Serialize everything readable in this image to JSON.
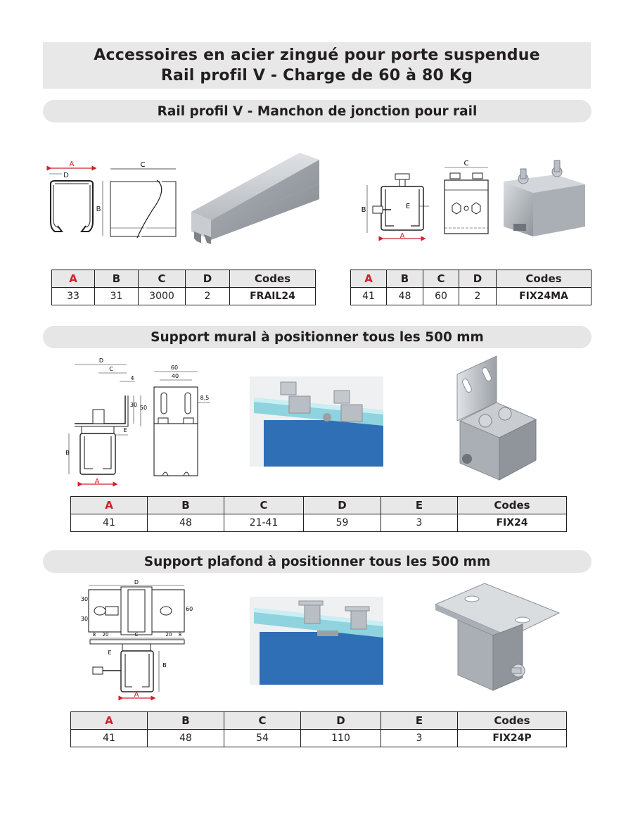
{
  "header": {
    "line1": "Accessoires en acier zingué pour porte suspendue",
    "line2": "Rail profil V -  Charge de 60 à 80 Kg"
  },
  "sections": [
    {
      "title": "Rail profil V - Manchon de jonction pour rail"
    },
    {
      "title": "Support mural à positionner tous les 500 mm"
    },
    {
      "title": "Support plafond à positionner tous les 500 mm"
    }
  ],
  "tables": {
    "rail": {
      "headers": [
        "A",
        "B",
        "C",
        "D",
        "Codes"
      ],
      "values": [
        "33",
        "31",
        "3000",
        "2",
        "FRAIL24"
      ]
    },
    "manchon": {
      "headers": [
        "A",
        "B",
        "C",
        "D",
        "Codes"
      ],
      "values": [
        "41",
        "48",
        "60",
        "2",
        "FIX24MA"
      ]
    },
    "mural": {
      "headers": [
        "A",
        "B",
        "C",
        "D",
        "E",
        "Codes"
      ],
      "values": [
        "41",
        "48",
        "21-41",
        "59",
        "3",
        "FIX24"
      ]
    },
    "plafond": {
      "headers": [
        "A",
        "B",
        "C",
        "D",
        "E",
        "Codes"
      ],
      "values": [
        "41",
        "48",
        "54",
        "110",
        "3",
        "FIX24P"
      ]
    }
  },
  "diagram_labels": {
    "rail_profile": {
      "a": "A",
      "b": "B",
      "d": "D"
    },
    "rail_side": {
      "c": "C"
    },
    "manchon_front": {
      "a": "A",
      "b": "B",
      "e": "E"
    },
    "manchon_side": {
      "c": "C"
    },
    "mural_front": {
      "a": "A",
      "b": "B",
      "c": "C",
      "d": "D",
      "e": "E",
      "dim4": "4",
      "dim30": "30",
      "dim50": "50"
    },
    "mural_side": {
      "dim60": "60",
      "dim40": "40",
      "dim85": "8,5"
    },
    "plafond_top": {
      "d": "D",
      "dim30a": "30",
      "dim30b": "30",
      "dim60": "60"
    },
    "plafond_front": {
      "a": "A",
      "b": "B",
      "c": "C",
      "e": "E",
      "dim8a": "8",
      "dim20a": "20",
      "dim20b": "20",
      "dim8b": "8"
    }
  },
  "colors": {
    "accent_red": "#d0202a",
    "section_grey": "#e6e6e6",
    "door_blue": "#2f6fb6",
    "rail_cyan": "#8fd3df",
    "steel": "#b9bec4"
  }
}
